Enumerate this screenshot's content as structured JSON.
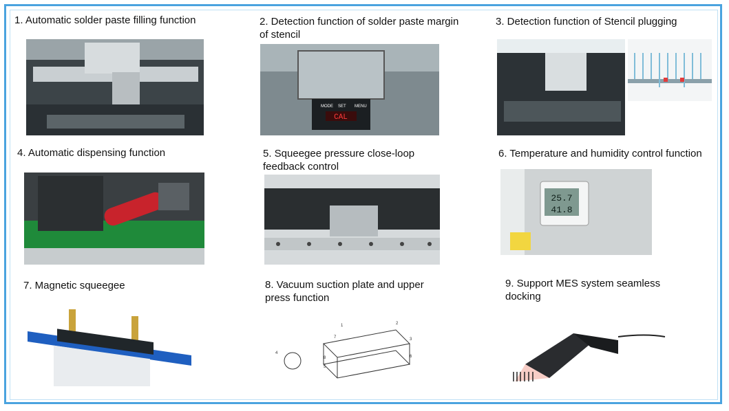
{
  "features": [
    {
      "label": "1. Automatic solder paste filling function"
    },
    {
      "label": "2. Detection function of solder paste margin of stencil"
    },
    {
      "label": "3. Detection function of Stencil plugging"
    },
    {
      "label": "4. Automatic dispensing function"
    },
    {
      "label": "5. Squeegee pressure close-loop feedback control"
    },
    {
      "label": "6. Temperature and humidity control function"
    },
    {
      "label": "7. Magnetic squeegee"
    },
    {
      "label": "8. Vacuum suction plate and upper press function"
    },
    {
      "label": "9. Support MES system seamless docking"
    }
  ],
  "sensor_display": {
    "top_buttons": [
      "MODE",
      "SET",
      "MENU"
    ],
    "readout": "CAL"
  },
  "hygrometer": {
    "temperature": "25.7",
    "humidity": "41.8"
  },
  "diagram_callouts": [
    "1",
    "2",
    "3",
    "4",
    "5",
    "6",
    "7",
    "8"
  ],
  "colors": {
    "frame": "#4aa3df",
    "squeegee_blue": "#1f5fc0",
    "pcb_green": "#1f8a3a"
  }
}
